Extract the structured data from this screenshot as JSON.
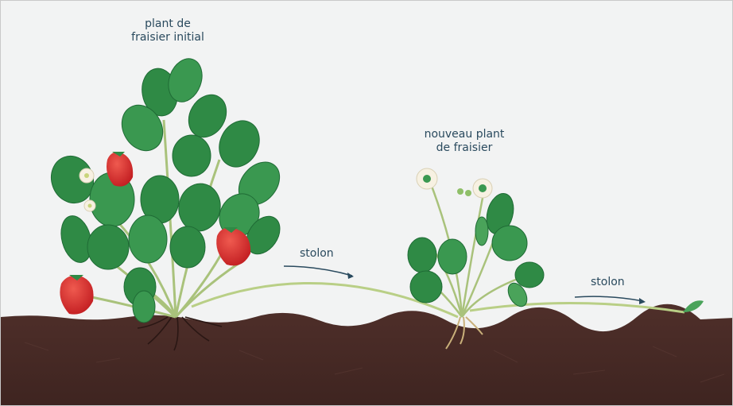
{
  "labels": {
    "mother_plant_line1": "plant de",
    "mother_plant_line2": "fraisier initial",
    "stolon_first": "stolon",
    "new_plant_line1": "nouveau plant",
    "new_plant_line2": "de fraisier",
    "stolon_second": "stolon"
  },
  "colors": {
    "sky": "#f2f3f3",
    "soil": "#4a2c27",
    "leaf": "#2f8a45",
    "leaf_dark": "#1f6b35",
    "stem": "#b9cf86",
    "strawberry": "#d8272a",
    "flower": "#f7f1e2",
    "text": "#2a4a5e",
    "arrow": "#2a4a5e"
  }
}
